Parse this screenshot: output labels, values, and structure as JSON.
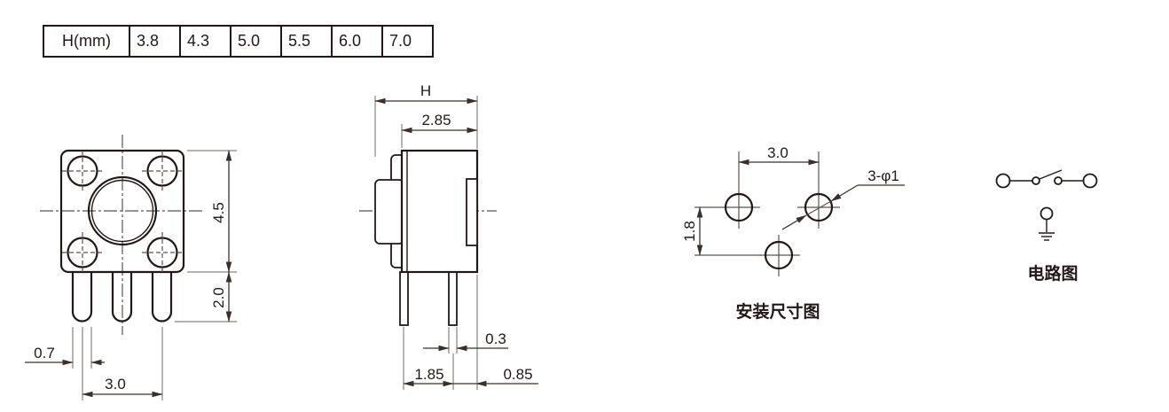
{
  "colors": {
    "line": "#231815",
    "dim_line": "#3a3029",
    "ext_line": "#8a827b",
    "center_line": "#5c534c",
    "background": "#ffffff"
  },
  "height_table": {
    "header": "H(mm)",
    "values": [
      "3.8",
      "4.3",
      "5.0",
      "5.5",
      "6.0",
      "7.0"
    ]
  },
  "front_view": {
    "dim_body_height": "4.5",
    "dim_pin_length": "2.0",
    "dim_pin_width": "0.7",
    "dim_pin_spacing": "3.0"
  },
  "side_view": {
    "dim_height": "H",
    "dim_body_width": "2.85",
    "dim_pin_thickness": "0.3",
    "dim_pin_pitch": "1.85",
    "dim_pin_to_edge": "0.85"
  },
  "mounting_view": {
    "caption": "安装尺寸图",
    "dim_hole_spacing": "3.0",
    "dim_hole_offset": "1.8",
    "dim_hole_note": "3-φ1"
  },
  "circuit_view": {
    "caption": "电路图"
  }
}
